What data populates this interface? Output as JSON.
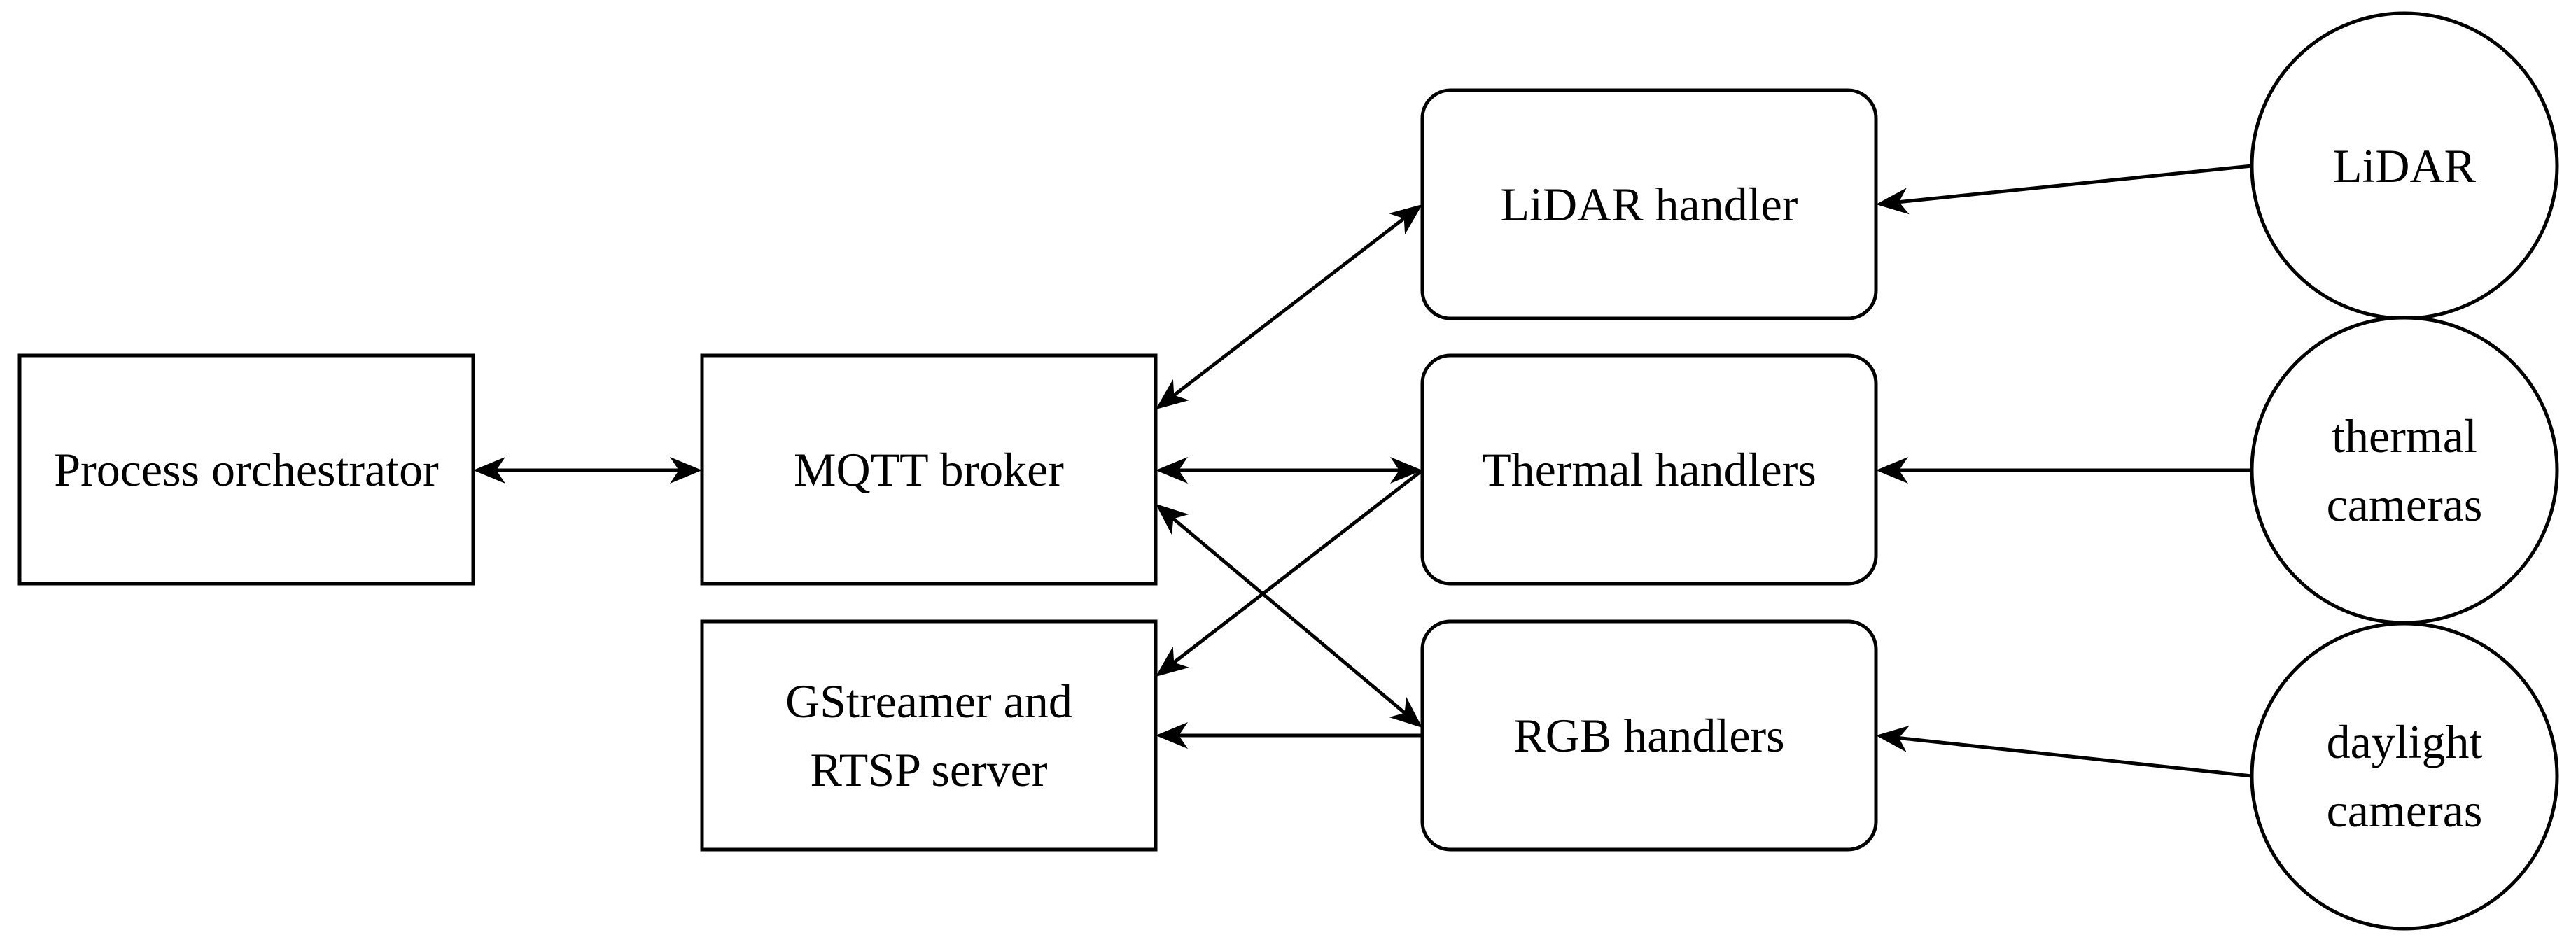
{
  "diagram": {
    "stroke_color": "#000000",
    "background": "#ffffff",
    "nodes": {
      "process_orchestrator": {
        "lines": [
          "Process orchestrator"
        ]
      },
      "mqtt_broker": {
        "lines": [
          "MQTT broker"
        ]
      },
      "gstreamer_rtsp": {
        "lines": [
          "GStreamer and",
          "RTSP server"
        ]
      },
      "lidar_handler": {
        "lines": [
          "LiDAR handler"
        ]
      },
      "thermal_handlers": {
        "lines": [
          "Thermal handlers"
        ]
      },
      "rgb_handlers": {
        "lines": [
          "RGB handlers"
        ]
      },
      "lidar": {
        "lines": [
          "LiDAR"
        ]
      },
      "thermal_cameras": {
        "lines": [
          "thermal",
          "cameras"
        ]
      },
      "daylight_cameras": {
        "lines": [
          "daylight",
          "cameras"
        ]
      }
    },
    "edges": [
      {
        "from": "process_orchestrator",
        "to": "mqtt_broker",
        "direction": "both"
      },
      {
        "from": "mqtt_broker",
        "to": "lidar_handler",
        "direction": "both"
      },
      {
        "from": "mqtt_broker",
        "to": "thermal_handlers",
        "direction": "both"
      },
      {
        "from": "mqtt_broker",
        "to": "rgb_handlers",
        "direction": "both"
      },
      {
        "from": "thermal_handlers",
        "to": "gstreamer_rtsp",
        "direction": "forward"
      },
      {
        "from": "rgb_handlers",
        "to": "gstreamer_rtsp",
        "direction": "forward"
      },
      {
        "from": "lidar",
        "to": "lidar_handler",
        "direction": "forward"
      },
      {
        "from": "thermal_cameras",
        "to": "thermal_handlers",
        "direction": "forward"
      },
      {
        "from": "daylight_cameras",
        "to": "rgb_handlers",
        "direction": "forward"
      }
    ]
  }
}
